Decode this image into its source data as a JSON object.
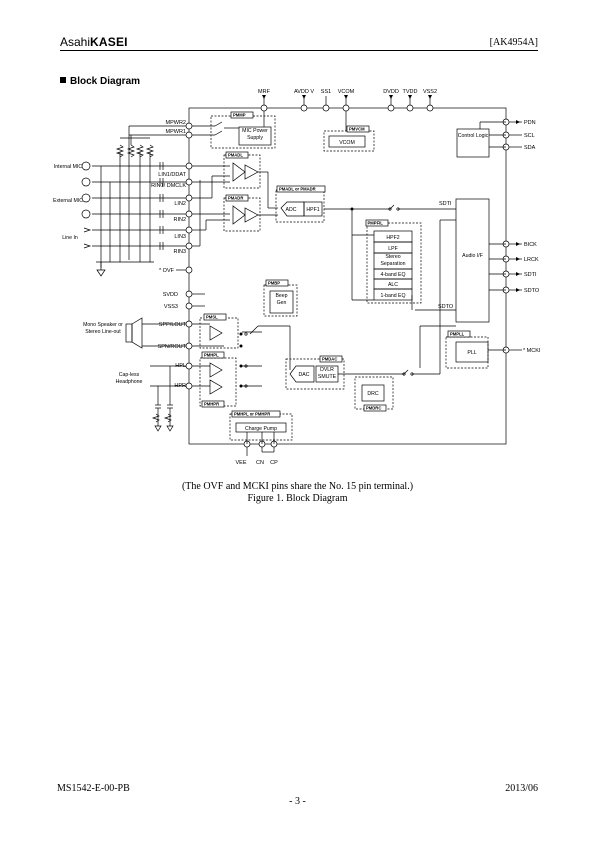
{
  "header": {
    "logo_light": "Asahi",
    "logo_bold": "KASEI",
    "doc_id": "[AK4954A]"
  },
  "section_title": "Block Diagram",
  "diagram": {
    "top_pins": [
      "MRF",
      "AVDD V",
      "SS1",
      "VCOM",
      "DVDD",
      "TVDD",
      "VSS2"
    ],
    "left_inputs": [
      "MPWR2",
      "MPWR1",
      "LIN1/DDAT",
      "RIN1/ DMCLK",
      "LIN2",
      "RIN2",
      "LIN3",
      "RIN3",
      "* OVF"
    ],
    "left_pins_lower": [
      "SVDD",
      "VSS3",
      "SPP/LOUT",
      "SPN/ROUT",
      "HPL",
      "HPR"
    ],
    "left_labels": [
      "Internal MIC",
      "External MIC",
      "Line In",
      "Mono Speaker or Stereo Line-out",
      "Cap-less Headphone"
    ],
    "right_pins": [
      "PDN",
      "SCL",
      "SDA",
      "BICK",
      "LRCK",
      "SDTI",
      "SDTO",
      "* MCKI"
    ],
    "bottom_pins": [
      "VEE",
      "CN",
      "CP"
    ],
    "power_tags": [
      "PMMP",
      "PMVCM",
      "PMADL",
      "PMADR",
      "PMADL or PMADR",
      "PMPFIL",
      "PMBP",
      "PMSL",
      "PMHPL",
      "PMHPR",
      "PMDAC",
      "PMPLL",
      "PMDRC",
      "PMHPL or PMHPR"
    ],
    "blocks": {
      "mic_power": "MIC Power Supply",
      "vcom": "VCOM",
      "control": "Control Logic",
      "adc": "ADC",
      "hpf1": "HPF1",
      "filters": [
        "HPF2",
        "LPF",
        "Stereo Separation",
        "4-band EQ",
        "ALC",
        "1-band EQ"
      ],
      "audio_if": "Audio I/F",
      "beep": "Beep Gen",
      "dac": "DAC",
      "dvlr": "DVLR SMUTE",
      "drc": "DRC",
      "pll": "PLL",
      "charge_pump": "Charge Pump"
    },
    "internal_labels": [
      "SDTI",
      "SDTO"
    ]
  },
  "caption_note": "(The OVF and MCKI pins share the No. 15 pin terminal.)",
  "figure_caption": "Figure 1. Block Diagram",
  "footer": {
    "doc_number": "MS1542-E-00-PB",
    "page": "- 3 -",
    "date": "2013/06"
  }
}
